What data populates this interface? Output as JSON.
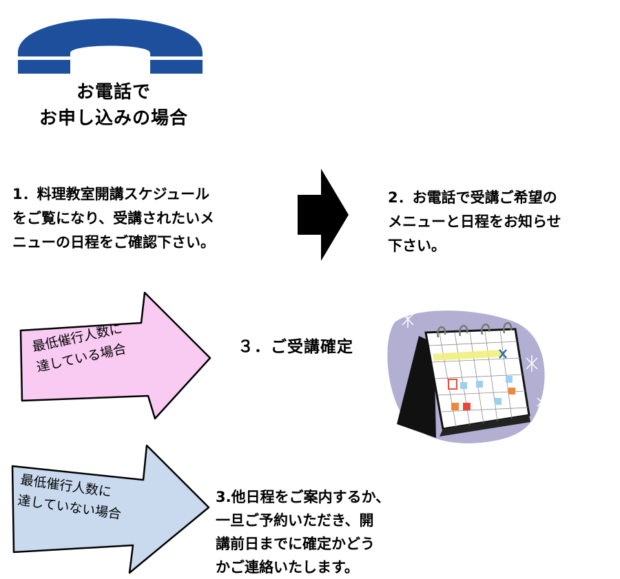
{
  "header": {
    "title_lines": [
      "お電話で",
      "お申し込みの場合"
    ]
  },
  "steps": {
    "step1_lines": [
      "1．料理教室開講スケジュール",
      "をご覧になり、受講されたいメ",
      "ニューの日程をご確認下さい。"
    ],
    "step2_lines": [
      "2．お電話で受講ご希望の",
      "メニューと日程をお知らせ",
      "下さい。"
    ],
    "step3_label": "３．ご受講確定",
    "step3_alt_lines": [
      "3.他日程をご案内するか、",
      "一旦ご予約いただき、開",
      "講前日までに確定かどう",
      "かご連絡いたします。"
    ]
  },
  "arrows": {
    "pink_lines": [
      "最低催行人数に",
      "達している場合"
    ],
    "blue_lines": [
      "最低催行人数に",
      "達していない場合"
    ]
  },
  "colors": {
    "phone_blue": "#1d4f9c",
    "pink_arrow": "#f9cbf3",
    "blue_arrow": "#c9d9ee",
    "calendar_bg": "#b3afd3"
  },
  "icons": {
    "phone": "phone-handset-icon",
    "calendar": "desk-calendar-icon"
  }
}
